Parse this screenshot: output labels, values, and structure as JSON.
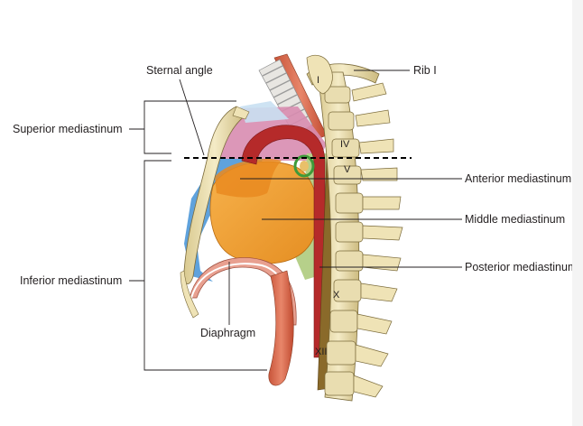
{
  "labels": {
    "sternal_angle": "Sternal angle",
    "rib_i": "Rib I",
    "superior_mediastinum": "Superior mediastinum",
    "inferior_mediastinum": "Inferior mediastinum",
    "anterior_mediastinum": "Anterior mediastinum",
    "middle_mediastinum": "Middle mediastinum",
    "posterior_mediastinum": "Posterior mediastinum",
    "diaphragm": "Diaphragm"
  },
  "vertebra_numerals": {
    "i": "I",
    "iv": "IV",
    "v": "V",
    "x": "X",
    "xii": "XII"
  },
  "colors": {
    "anterior": "#f0a23a",
    "middle": "#f2a640",
    "posterior": "#b6d08a",
    "superior_pink": "#d88cb0",
    "aorta": "#b52a2a",
    "bone": "#efe3b6",
    "pleura_blue": "#5fa2dc",
    "esophagus": "#8a6a2a"
  }
}
